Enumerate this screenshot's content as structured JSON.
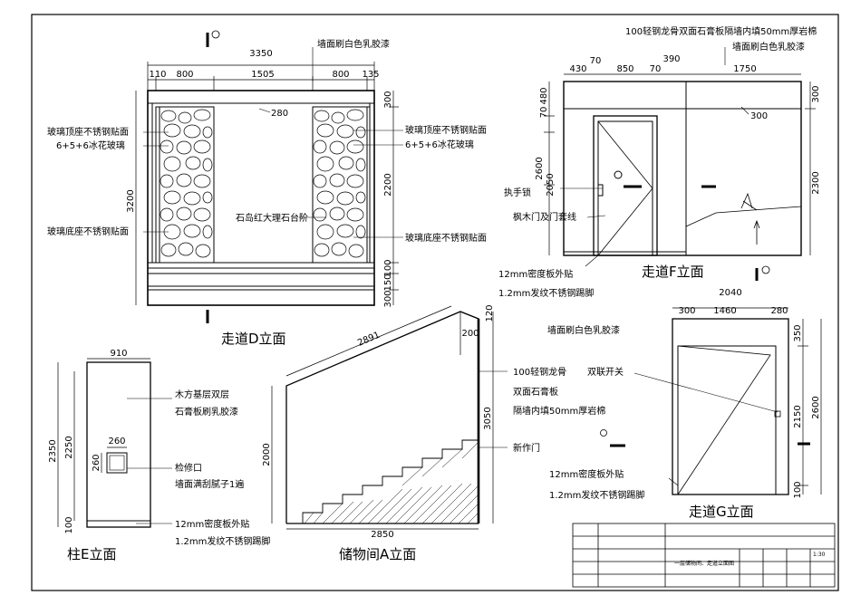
{
  "views": {
    "d": {
      "title": "走道D立面",
      "dim_total": "3350",
      "dims_top": [
        "110",
        "800",
        "1505",
        "800",
        "135"
      ],
      "dim_side": "3200",
      "dims_right": [
        "300",
        "2200",
        "100",
        "150",
        "300"
      ],
      "dim_280": "280",
      "note_top": "墙面刷白色乳胶漆",
      "l_glass_top": "玻璃顶座不锈钢贴面",
      "l_glass": "6+5+6冰花玻璃",
      "l_glass_bottom": "玻璃底座不锈钢贴面",
      "r_glass_top": "玻璃顶座不锈钢贴面",
      "r_glass": "6+5+6冰花玻璃",
      "r_marble": "石岛红大理石台阶",
      "r_glass_bottom": "玻璃底座不锈钢贴面"
    },
    "f": {
      "title": "走道F立面",
      "note_top": "100轻钢龙骨双面石膏板隔墙内填50mm厚岩棉",
      "note_paint": "墙面刷白色乳胶漆",
      "dims_top": [
        "430",
        "70",
        "850",
        "70",
        "390",
        "1750"
      ],
      "dims_left": [
        "70",
        "480",
        "2600",
        "2050"
      ],
      "dims_right": [
        "300",
        "2300"
      ],
      "dim_300": "300",
      "handle": "执手锁",
      "door": "枫木门及门套线",
      "skirting1": "12mm密度板外贴",
      "skirting2": "1.2mm发纹不锈钢踢脚"
    },
    "e": {
      "title": "柱E立面",
      "dim_w": "910",
      "dims_left": [
        "2350",
        "2250",
        "100"
      ],
      "dim_260a": "260",
      "dim_260b": "260",
      "note1": "木方基层双层",
      "note2": "石膏板刷乳胶漆",
      "note3": "检修口",
      "note4": "墙面满刮腻子1遍",
      "note5": "12mm密度板外贴",
      "note6": "1.2mm发纹不锈钢踢脚"
    },
    "a": {
      "title": "储物间A立面",
      "dim_slope": "2891",
      "dim_200": "200",
      "dim_120": "120",
      "dim_h": "2000",
      "dim_w": "2850",
      "dim_right": "3050",
      "note1": "100轻钢龙骨",
      "note2": "双面石膏板",
      "note3": "隔墙内填50mm厚岩棉",
      "note4": "新作门"
    },
    "g": {
      "title": "走道G立面",
      "dim_total": "2040",
      "dims_top": [
        "300",
        "1460",
        "280"
      ],
      "dims_right": [
        "350",
        "2150",
        "2600",
        "100"
      ],
      "note_paint": "墙面刷白色乳胶漆",
      "switch": "双联开关",
      "skirting1": "12mm密度板外贴",
      "skirting2": "1.2mm发纹不锈钢踢脚"
    }
  },
  "title_block": {
    "drawing_name": "一层储物间、走道立面图",
    "scale": "1:30"
  }
}
